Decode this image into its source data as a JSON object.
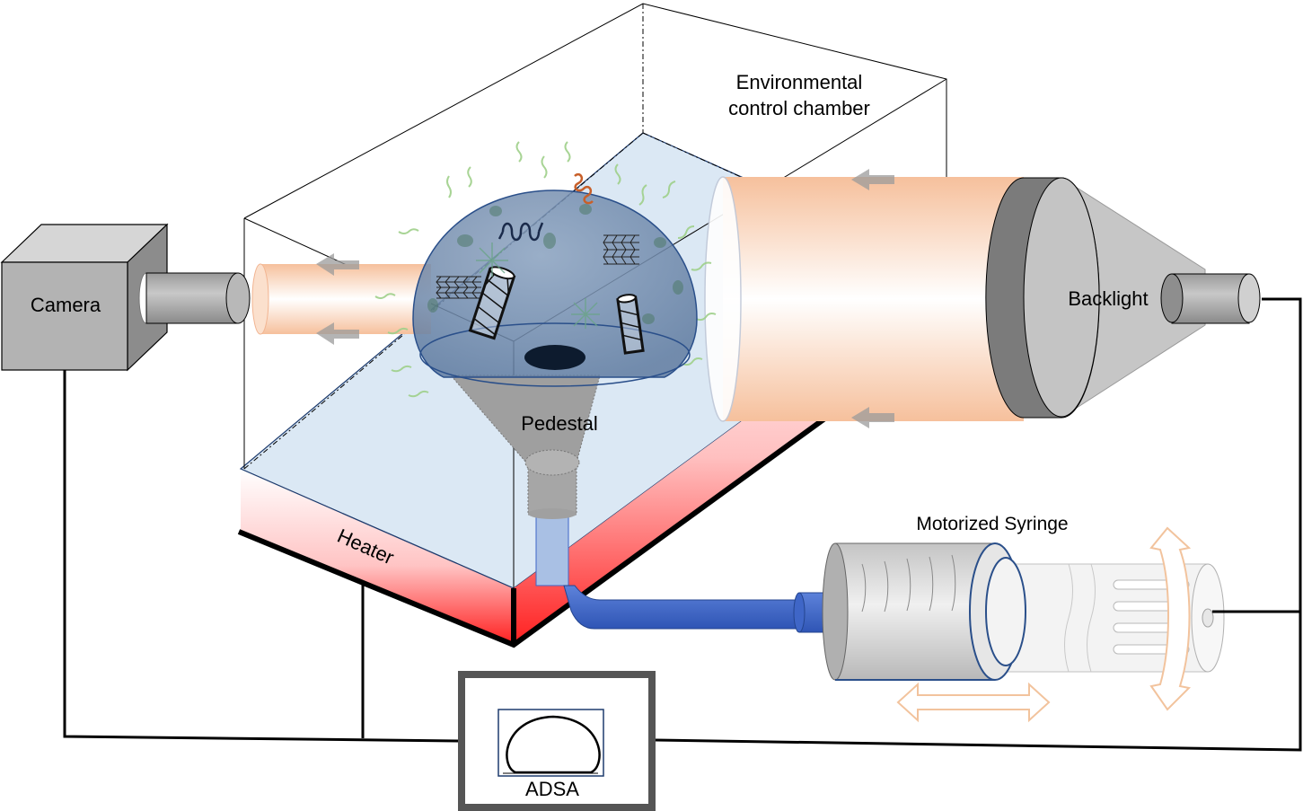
{
  "diagram": {
    "labels": {
      "chamber_line1": "Environmental",
      "chamber_line2": "control chamber",
      "camera": "Camera",
      "backlight": "Backlight",
      "pedestal": "Pedestal",
      "heater": "Heater",
      "syringe": "Motorized Syringe",
      "adsa": "ADSA"
    },
    "colors": {
      "beam": "#f6c4a3",
      "heater_red": "#ff2a2a",
      "stage_top": "#dbe8f4",
      "drop_fill": "#6d86a6",
      "tube_blue": "#3f66c7",
      "device_gray": "#b5b5b5",
      "arrow_orange": "#f4c9a6"
    }
  }
}
